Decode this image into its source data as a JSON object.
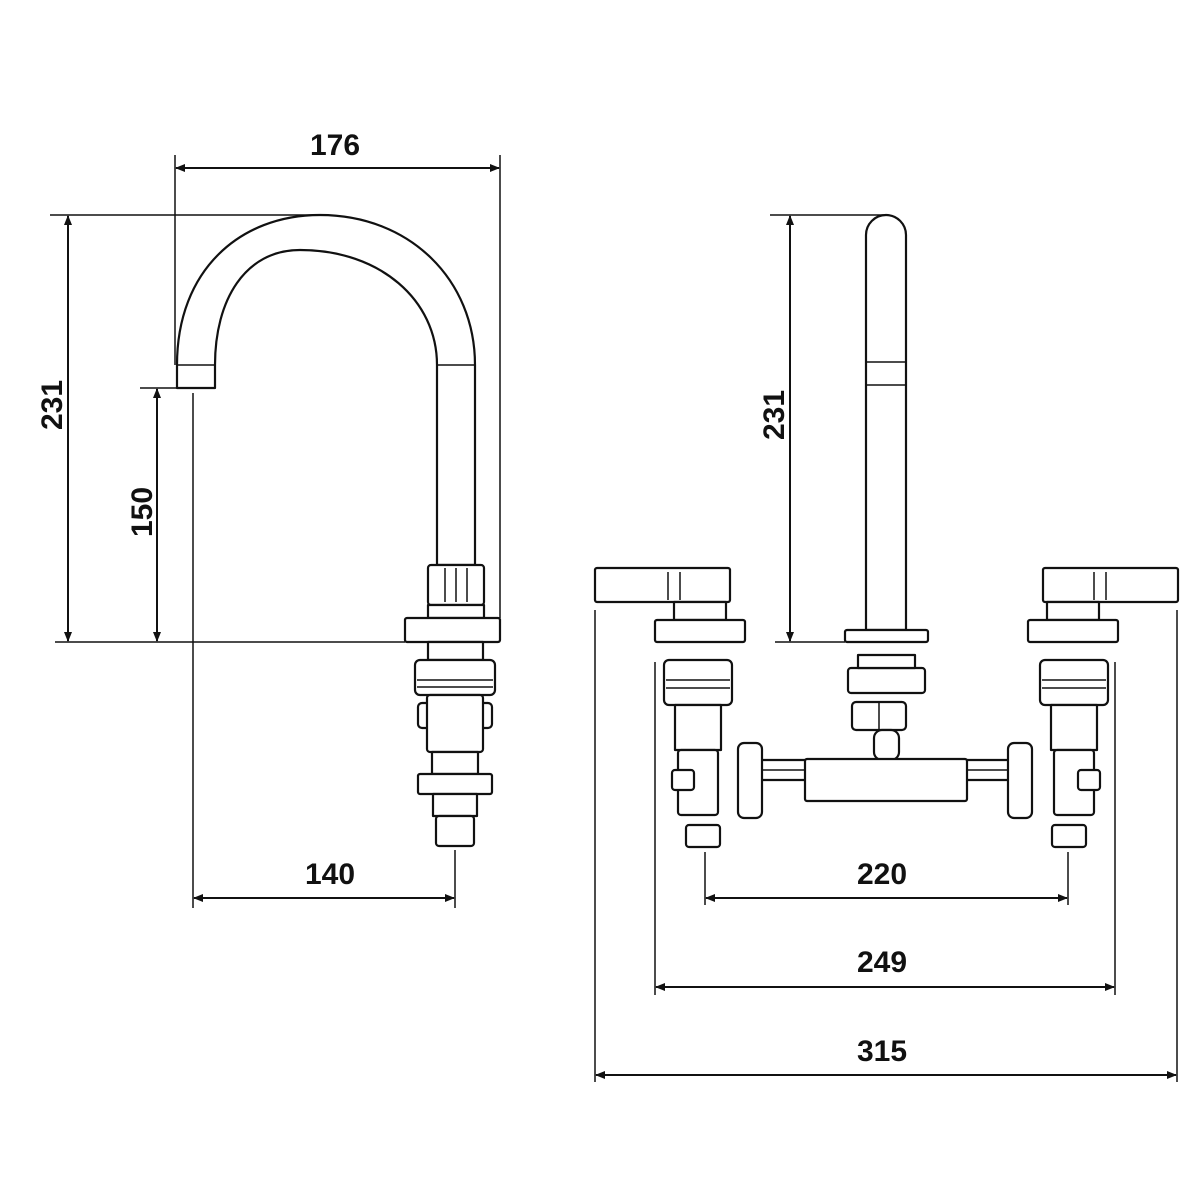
{
  "side_view": {
    "dims": {
      "width_top": "176",
      "height_total": "231",
      "height_spout": "150",
      "reach": "140"
    }
  },
  "front_view": {
    "dims": {
      "height_total": "231",
      "centers_inner": "220",
      "centers_outer": "249",
      "width_overall": "315"
    }
  },
  "colors": {
    "line": "#111111",
    "background": "#ffffff"
  }
}
